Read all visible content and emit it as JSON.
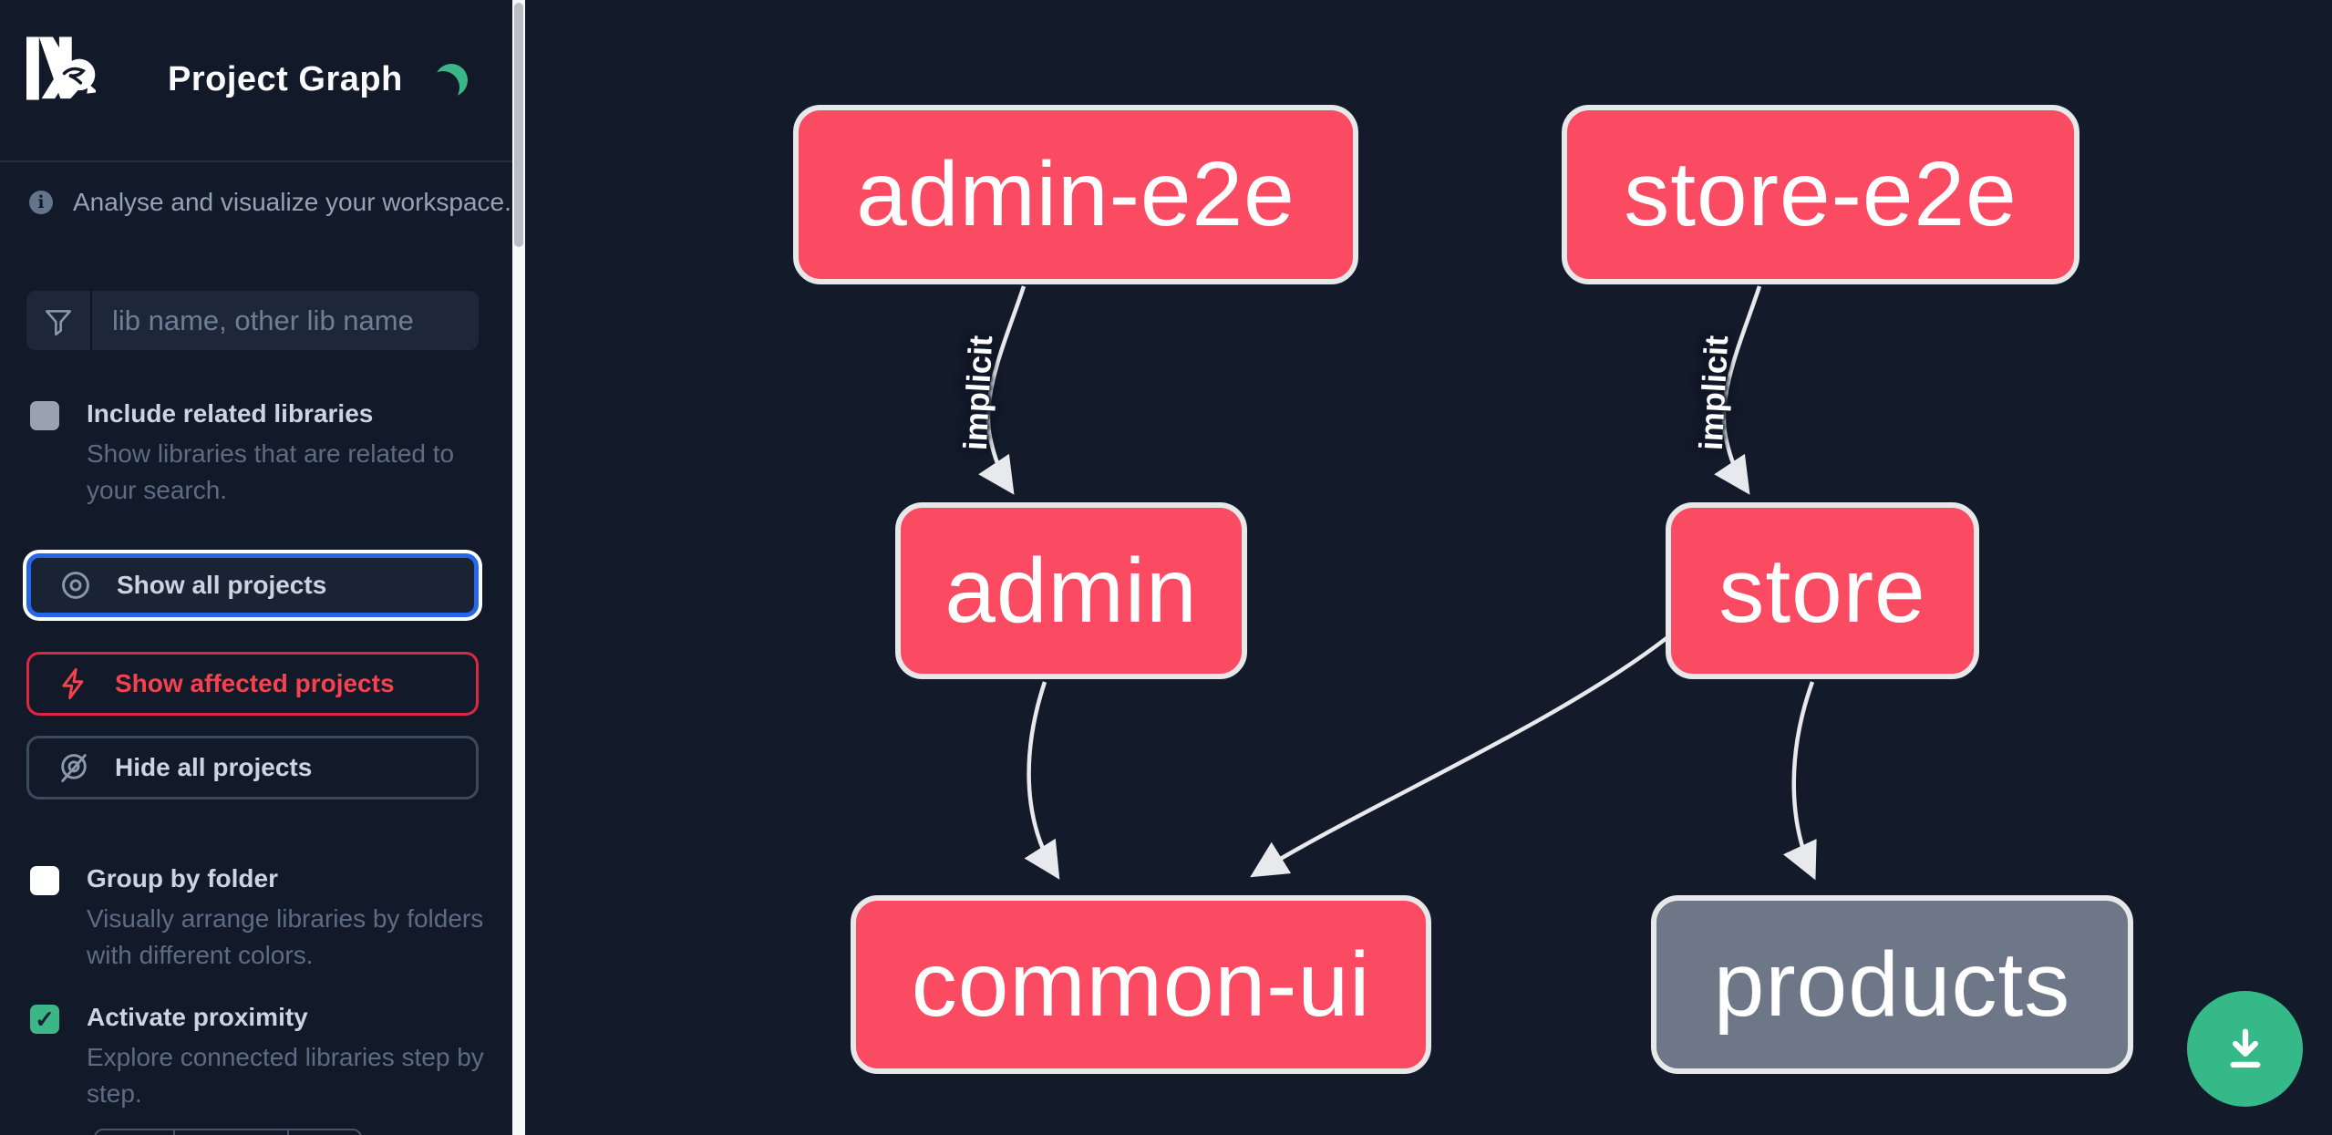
{
  "header": {
    "logo": "Nx",
    "title": "Project Graph",
    "theme_toggle": "moon",
    "accent_green": "#3bb687"
  },
  "sidebar": {
    "intro_text": "Analyse and visualize your workspace.",
    "search": {
      "placeholder": "lib name, other lib name",
      "icon": "funnel"
    },
    "toggles": [
      {
        "label": "Include related libraries",
        "description": "Show libraries that are related to your search.",
        "checked": false,
        "disabled": true
      },
      {
        "label": "Group by folder",
        "description": "Visually arrange libraries by folders with different colors.",
        "checked": false,
        "disabled": false
      },
      {
        "label": "Activate proximity",
        "description": "Explore connected libraries step by step.",
        "checked": true,
        "disabled": false
      }
    ],
    "buttons": [
      {
        "label": "Show all projects",
        "icon": "eye",
        "accent": "#2666eb",
        "state": "focused"
      },
      {
        "label": "Show affected projects",
        "icon": "bolt",
        "accent": "#da2742",
        "state": "default"
      },
      {
        "label": "Hide all projects",
        "icon": "eye-off",
        "accent": "#3c4a5e",
        "state": "default"
      }
    ],
    "checkmark": "✓"
  },
  "graph": {
    "colors": {
      "affected_node": "#fb4b63",
      "plain_node": "#6e7787",
      "edge": "#e7e9ec",
      "node_border": "#e7e8ea"
    },
    "nodes": [
      {
        "id": "admin-e2e",
        "label": "admin-e2e",
        "style": "affected"
      },
      {
        "id": "store-e2e",
        "label": "store-e2e",
        "style": "affected"
      },
      {
        "id": "admin",
        "label": "admin",
        "style": "affected"
      },
      {
        "id": "store",
        "label": "store",
        "style": "affected"
      },
      {
        "id": "common-ui",
        "label": "common-ui",
        "style": "affected"
      },
      {
        "id": "products",
        "label": "products",
        "style": "plain"
      }
    ],
    "edges": [
      {
        "source": "admin-e2e",
        "target": "admin",
        "label": "implicit"
      },
      {
        "source": "store-e2e",
        "target": "store",
        "label": "implicit"
      },
      {
        "source": "admin",
        "target": "common-ui",
        "label": ""
      },
      {
        "source": "store",
        "target": "common-ui",
        "label": ""
      },
      {
        "source": "store",
        "target": "products",
        "label": ""
      }
    ]
  },
  "controls": {
    "download_button": "download"
  }
}
